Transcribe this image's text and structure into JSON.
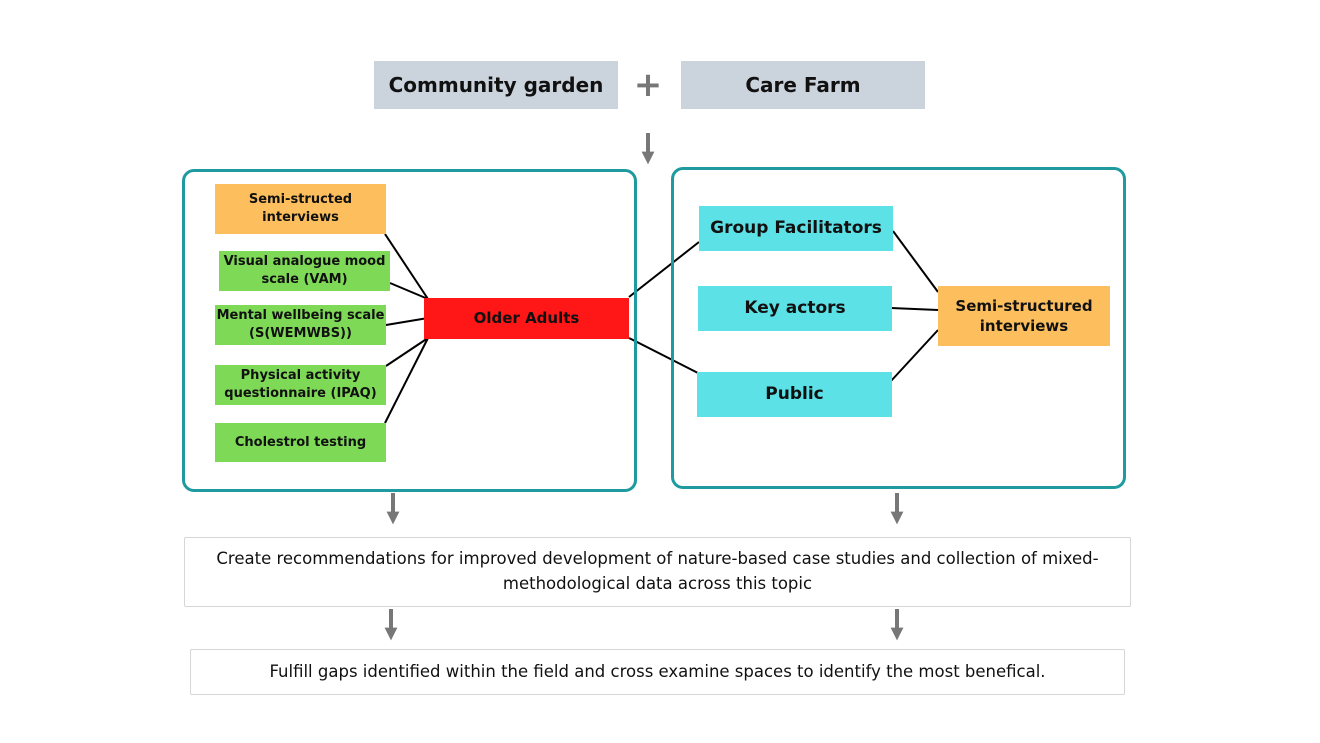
{
  "header": {
    "left_label": "Community garden",
    "plus_symbol": "+",
    "right_label": "Care Farm"
  },
  "left_panel": {
    "methods": [
      "Semi-structed interviews",
      "Visual analogue mood scale (VAM)",
      "Mental wellbeing scale (S(WEMWBS))",
      "Physical activity questionnaire (IPAQ)",
      "Cholestrol testing"
    ],
    "hub": "Older Adults"
  },
  "right_panel": {
    "groups": [
      "Group Facilitators",
      "Key actors",
      "Public"
    ],
    "method": "Semi-structured interviews"
  },
  "outcomes": {
    "recommendation": "Create recommendations for improved development of nature-based case studies and collection of mixed-methodological data across this topic",
    "final": "Fulfill gaps identified within the field and cross examine spaces to identify the most benefical."
  },
  "colors": {
    "panel_border": "#1f9a9e",
    "header_box": "#cbd3dc",
    "orange": "#fdbf5e",
    "green": "#7ed957",
    "red": "#ff1616",
    "cyan": "#5ce1e6",
    "arrow": "#777777"
  }
}
